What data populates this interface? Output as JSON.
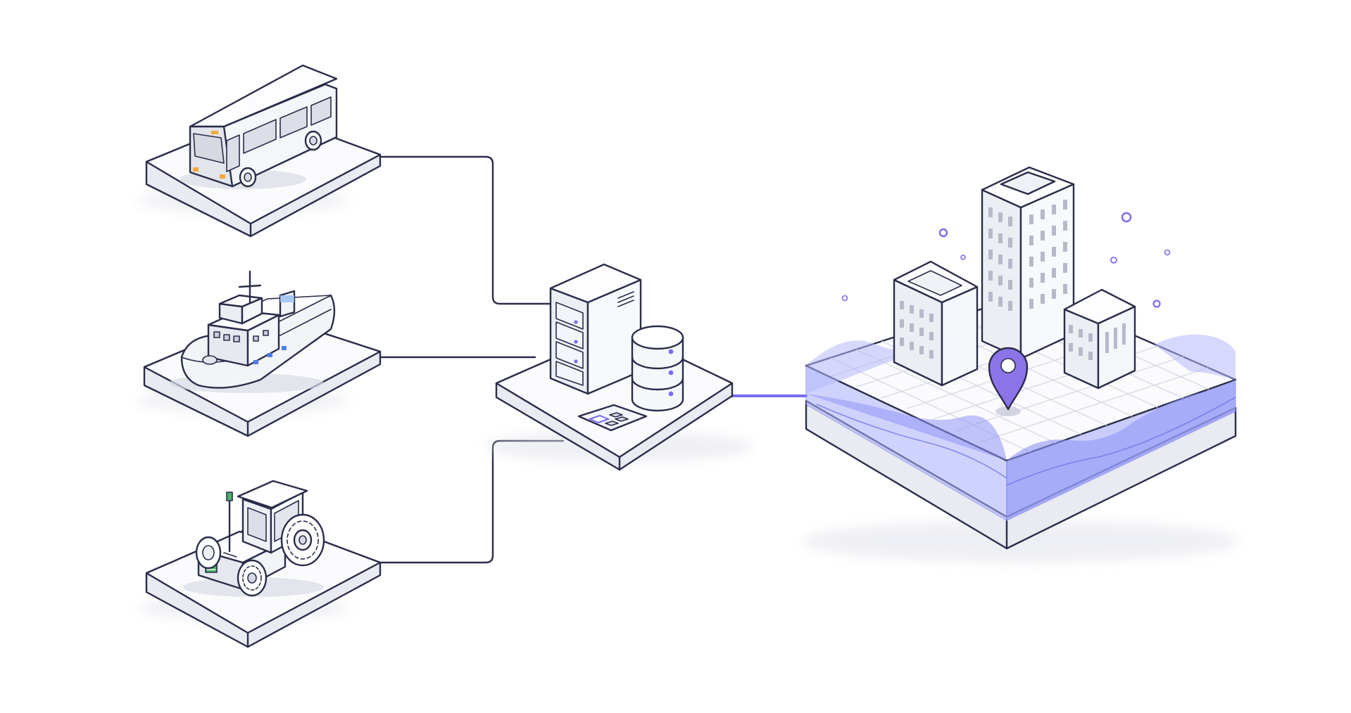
{
  "diagram": {
    "nodes": [
      {
        "id": "bus",
        "icon": "bus-icon"
      },
      {
        "id": "ship",
        "icon": "ship-icon"
      },
      {
        "id": "tractor",
        "icon": "tractor-icon"
      },
      {
        "id": "hub",
        "icon": "server-database-icon"
      },
      {
        "id": "city",
        "icon": "city-map-icon"
      }
    ],
    "edges": [
      {
        "from": "bus",
        "to": "hub"
      },
      {
        "from": "ship",
        "to": "hub"
      },
      {
        "from": "tractor",
        "to": "hub"
      },
      {
        "from": "hub",
        "to": "city"
      }
    ]
  },
  "colors": {
    "outline": "#2a2d4a",
    "accent": "#7b6cf0",
    "water": "#8f96f5",
    "platform_top": "#fbfbfd",
    "platform_side": "#e9eaf2",
    "pin": "#8b74e8",
    "bus_light": "#f2a93b",
    "tractor_panel": "#48b06b",
    "ship_window": "#4c7ee8"
  }
}
